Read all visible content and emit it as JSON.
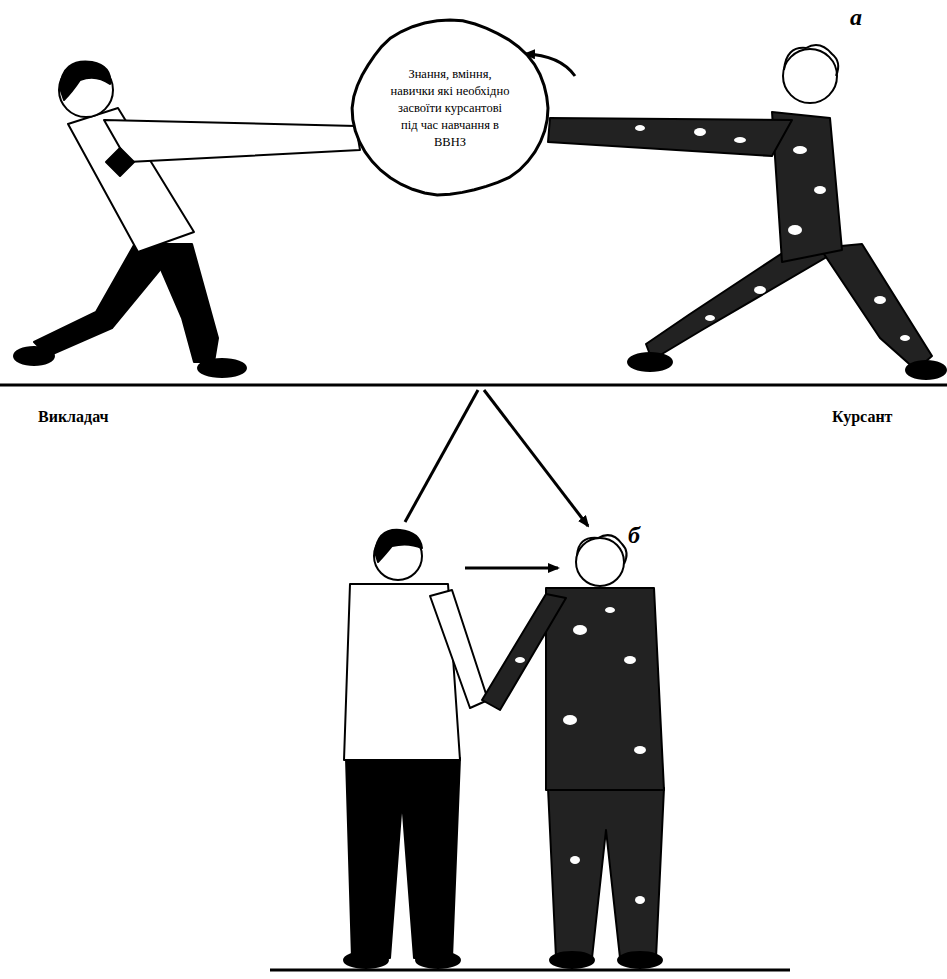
{
  "diagram": {
    "nodes": [
      {
        "text": [
          "Знання, вміння, навички які необхідно засвоїти курсантові під час навчання в ВВНЗ"
        ]
      }
    ],
    "labels": [
      "а",
      "Викладач",
      "Курсант",
      "б"
    ]
  }
}
